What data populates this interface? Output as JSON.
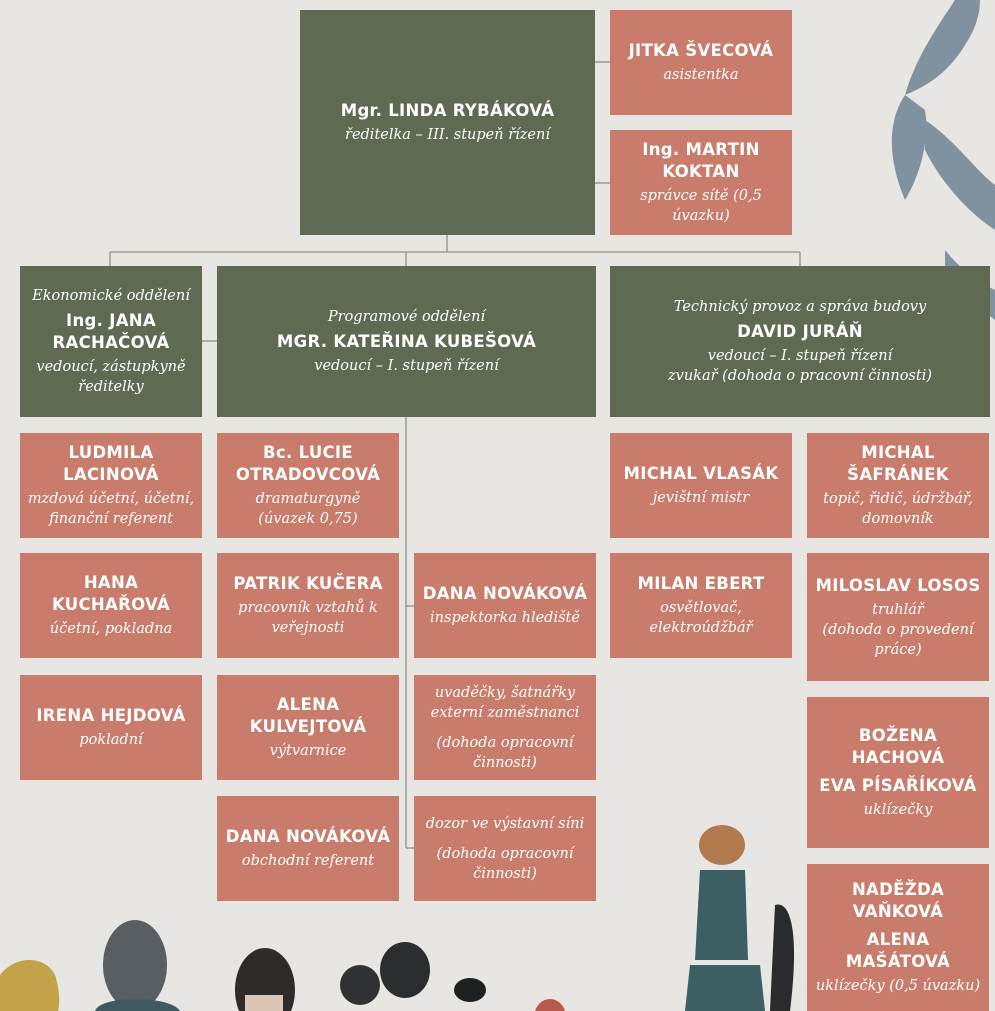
{
  "colors": {
    "background": "#e7e6e2",
    "green": "#5f6a52",
    "salmon": "#c97c6b",
    "connector": "#8f918a"
  },
  "director": {
    "name": "Mgr. LINDA RYBÁKOVÁ",
    "role": "ředitelka – III. stupeň řízení"
  },
  "assistant": {
    "name": "JITKA ŠVECOVÁ",
    "role": "asistentka"
  },
  "admin": {
    "name": "Ing. MARTIN KOKTAN",
    "role": "správce sítě (0,5 úvazku)"
  },
  "departments": {
    "economic": {
      "dept": "Ekonomické oddělení",
      "name": "Ing. JANA RACHAČOVÁ",
      "role": "vedoucí, zástupkyně ředitelky"
    },
    "program": {
      "dept": "Programové oddělení",
      "name": "MGR. KATEŘINA KUBEŠOVÁ",
      "role": "vedoucí – I. stupeň řízení"
    },
    "technical": {
      "dept": "Technický provoz a správa budovy",
      "name": "DAVID JURÁŇ",
      "role": "vedoucí – I. stupeň řízení",
      "role2": "zvukař (dohoda o pracovní činnosti)"
    }
  },
  "economic_staff": [
    {
      "name": "LUDMILA LACINOVÁ",
      "role": "mzdová účetní, účetní, finanční referent"
    },
    {
      "name": "HANA KUCHAŘOVÁ",
      "role": "účetní, pokladna"
    },
    {
      "name": "IRENA HEJDOVÁ",
      "role": "pokladní"
    }
  ],
  "program_staff": [
    {
      "name": "Bc. LUCIE OTRADOVCOVÁ",
      "role": "dramaturgyně",
      "role2": "(úvazek 0,75)"
    },
    {
      "name": "PATRIK KUČERA",
      "role": "pracovník vztahů k veřejnosti"
    },
    {
      "name": "ALENA KULVEJTOVÁ",
      "role": "výtvarnice"
    },
    {
      "name": "DANA NOVÁKOVÁ",
      "role": "obchodní referent"
    }
  ],
  "program_right": [
    {
      "name": "DANA NOVÁKOVÁ",
      "role": "inspektorka hlediště"
    },
    {
      "role": "uvaděčky, šatnářky externí zaměstnanci",
      "role2": "(dohoda opracovní činnosti)"
    },
    {
      "role": "dozor ve výstavní síni",
      "role2": "(dohoda opracovní činnosti)"
    }
  ],
  "technical_left": [
    {
      "name": "MICHAL VLASÁK",
      "role": "jevištní mistr"
    },
    {
      "name": "MILAN EBERT",
      "role": "osvětlovač, elektroúdžbář"
    }
  ],
  "technical_right": [
    {
      "name": "MICHAL ŠAFRÁNEK",
      "role": "topič, řidič, údržbář, domovník"
    },
    {
      "name": "MILOSLAV LOSOS",
      "role": "truhlář",
      "role2": "(dohoda o provedení práce)"
    },
    {
      "name": "BOŽENA HACHOVÁ",
      "name2": "EVA PÍSAŘÍKOVÁ",
      "role": "uklízečky"
    },
    {
      "name": "NADĚŽDA VAŇKOVÁ",
      "name2": "ALENA MAŠÁTOVÁ",
      "role": "uklízečky (0,5 úvazku)"
    }
  ]
}
